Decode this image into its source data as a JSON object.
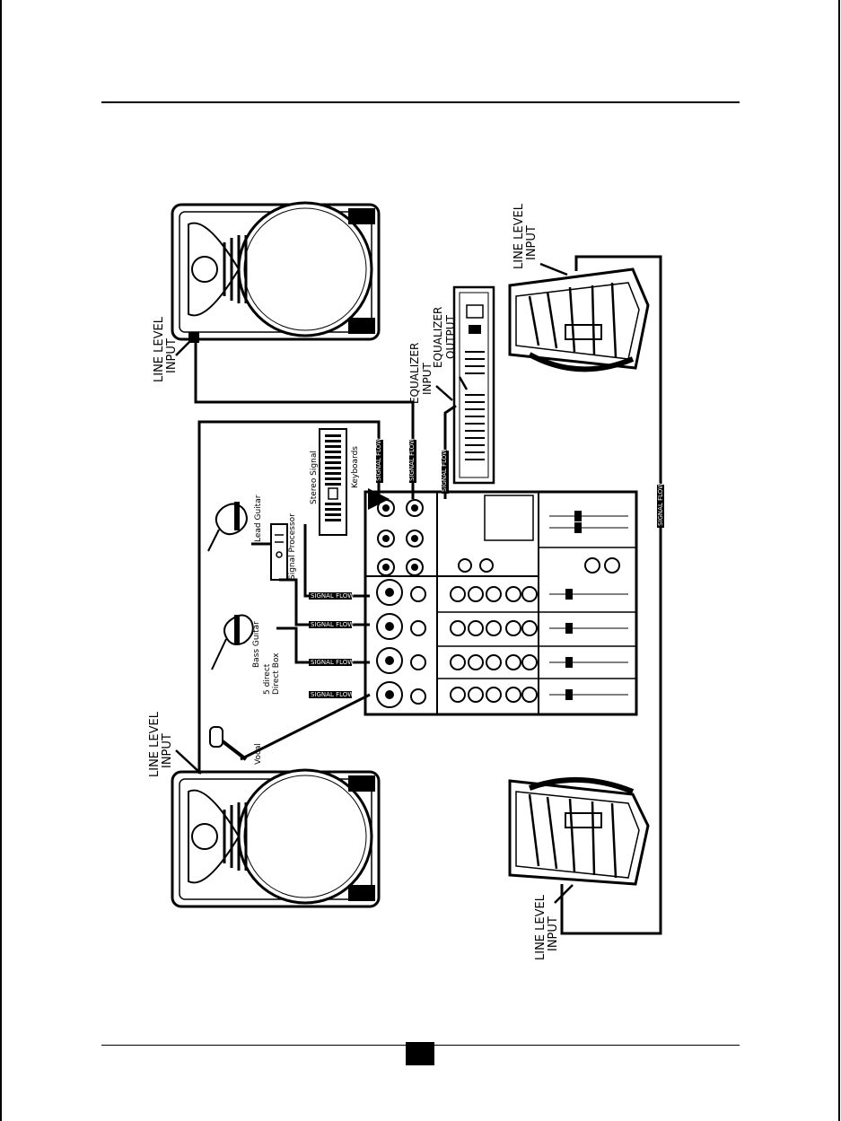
{
  "labels": {
    "line_level_input_top_left": [
      "LINE LEVEL",
      "INPUT"
    ],
    "line_level_input_bottom_left": [
      "LINE LEVEL",
      "INPUT"
    ],
    "line_level_input_top_right": [
      "LINE LEVEL",
      "INPUT"
    ],
    "line_level_input_bottom_right": [
      "LINE LEVEL",
      "INPUT"
    ],
    "equalizer_input": [
      "EQUALIZER",
      "INPUT"
    ],
    "equalizer_output": [
      "EQUALIZER",
      "OUTPUT"
    ],
    "signal_flow": "SIGNAL FLOW",
    "stereo_signal": "Stereo Signal",
    "keyboards": "Keyboards",
    "lead_guitar": "Lead Guitar",
    "signal_processor": "Signal Processor",
    "bass_guitar": "Bass Guitar",
    "direct_box": [
      "5 direct",
      "Direct Box"
    ],
    "vocal": "Vocal"
  }
}
